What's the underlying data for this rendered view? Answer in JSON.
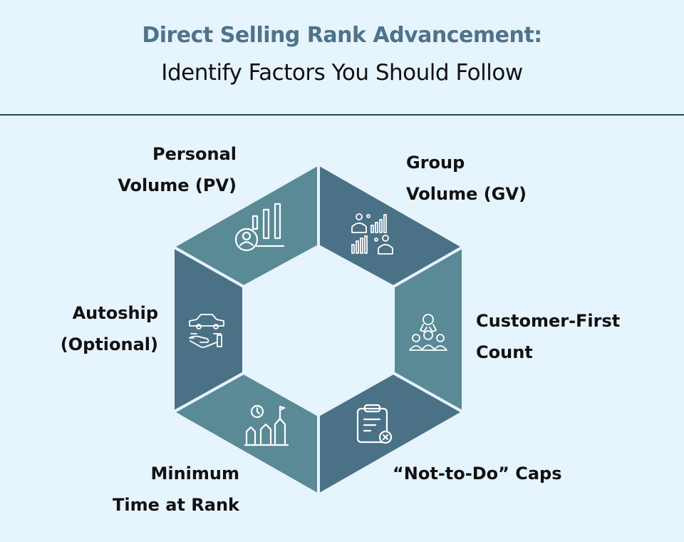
{
  "header": {
    "title": "Direct Selling Rank Advancement:",
    "subtitle": "Identify Factors You Should Follow"
  },
  "colors": {
    "background": "#e6f4fd",
    "title": "#4f7389",
    "segment_light": "#5a8a96",
    "segment_dark": "#4b7186",
    "rule": "#1d4a5e"
  },
  "factors": [
    {
      "line1": "Personal",
      "line2": "Volume (PV)",
      "icon": "personal-chart-icon"
    },
    {
      "line1": "Group",
      "line2": "Volume (GV)",
      "icon": "group-chart-icon"
    },
    {
      "line1": "Customer-First",
      "line2": "Count",
      "icon": "customer-ranking-icon"
    },
    {
      "line1": "“Not-to-Do” Caps",
      "icon": "clipboard-x-icon"
    },
    {
      "line1": "Minimum",
      "line2": "Time at Rank",
      "icon": "clock-growth-icon"
    },
    {
      "line1": "Autoship",
      "line2": "(Optional)",
      "icon": "car-hand-icon"
    }
  ]
}
